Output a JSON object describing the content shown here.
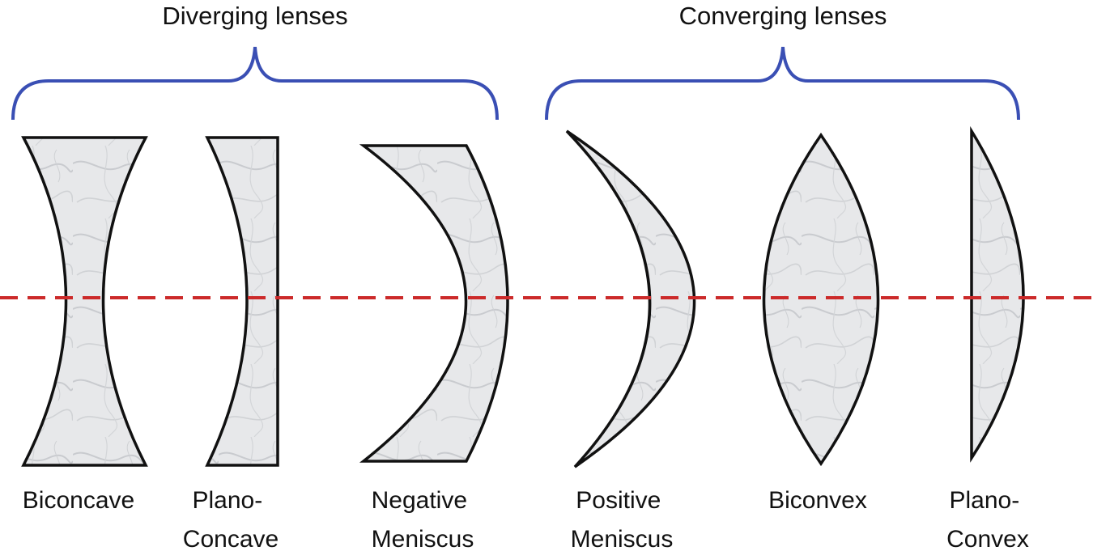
{
  "colors": {
    "bracket": "#3a4fb4",
    "axis": "#cc2a2a",
    "lens_fill": "#e6e7e9",
    "lens_stroke": "#111111",
    "text": "#111111"
  },
  "groups": [
    {
      "title": "Diverging lenses"
    },
    {
      "title": "Converging lenses"
    }
  ],
  "lenses": [
    {
      "label_lines": [
        "Biconcave"
      ]
    },
    {
      "label_lines": [
        "Plano-",
        "Concave"
      ]
    },
    {
      "label_lines": [
        "Negative",
        "Meniscus"
      ]
    },
    {
      "label_lines": [
        "Positive",
        "Meniscus"
      ]
    },
    {
      "label_lines": [
        "Biconvex"
      ]
    },
    {
      "label_lines": [
        "Plano-",
        "Convex"
      ]
    }
  ]
}
